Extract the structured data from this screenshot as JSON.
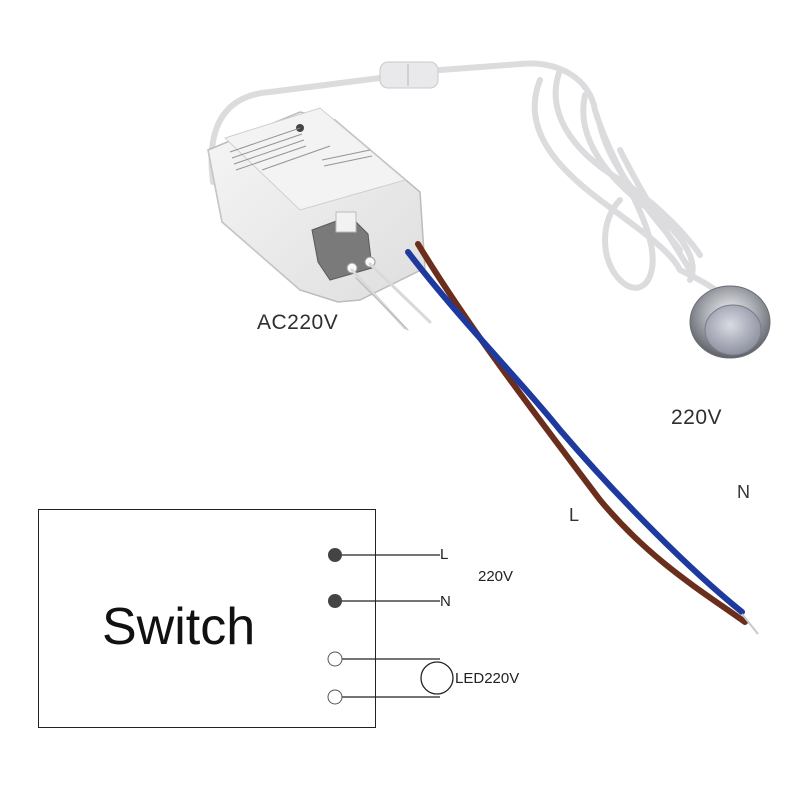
{
  "labels": {
    "input_voltage": "AC220V",
    "sensor_voltage": "220V",
    "wire_l": "L",
    "wire_n": "N"
  },
  "diagram": {
    "title": "Switch",
    "terminal_l": "L",
    "terminal_n": "N",
    "supply_voltage": "220V",
    "load_label": "LED",
    "load_voltage": "220V"
  },
  "colors": {
    "live_wire": "#6b2e1c",
    "neutral_wire": "#1f3a9e",
    "cable": "#e6e6e8",
    "module_body": "#efefef",
    "terminal_block": "#7d7d7d",
    "sensor_chrome": "#a8aab0"
  },
  "icons": {
    "sensor_module": "sensor-module",
    "touch_sensor": "chrome-touch-button"
  }
}
